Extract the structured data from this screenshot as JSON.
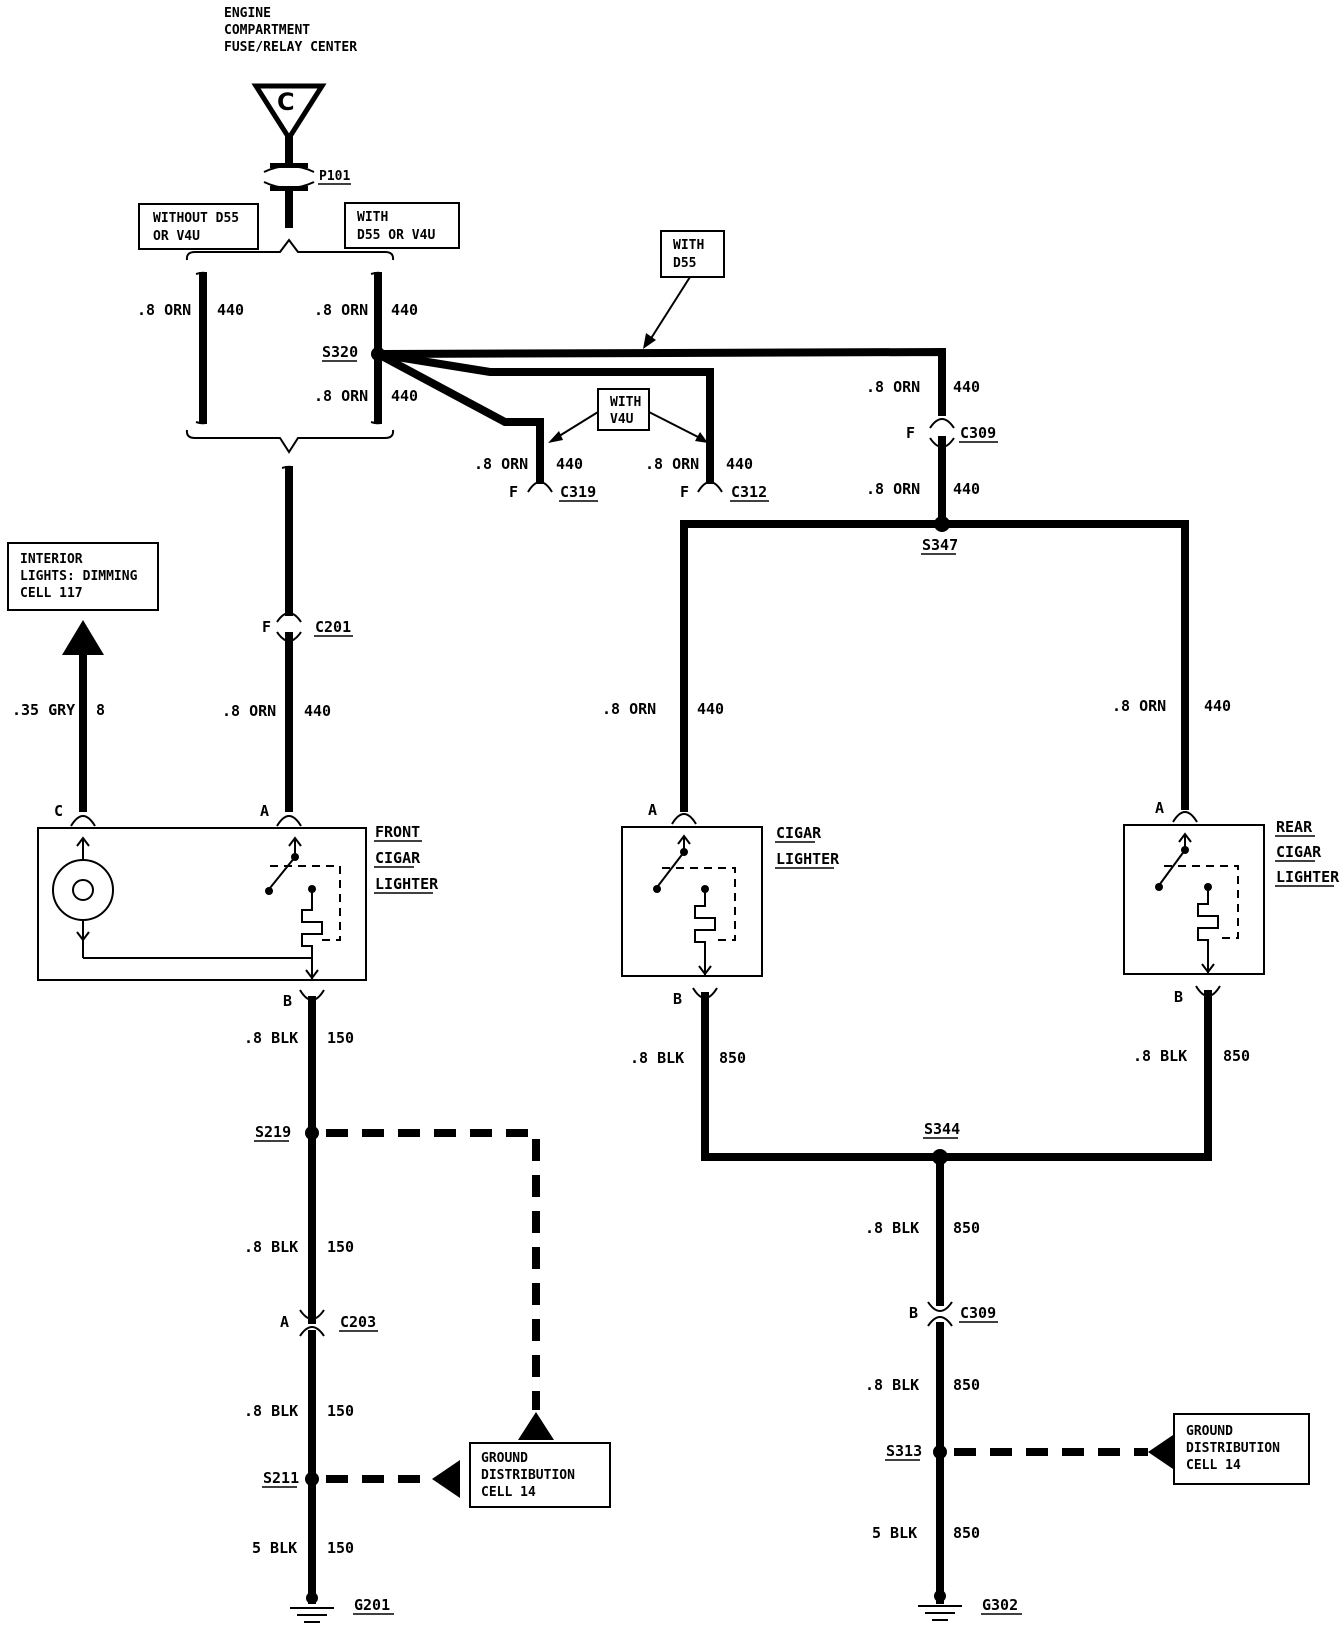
{
  "source": {
    "title_lines": [
      "ENGINE",
      "COMPARTMENT",
      "FUSE/RELAY CENTER"
    ],
    "fuse_letter": "C",
    "connector": "P101"
  },
  "option_labels": {
    "left": [
      "WITHOUT D55",
      "OR V4U"
    ],
    "right": [
      "WITH",
      "D55 OR V4U"
    ],
    "with_d55": [
      "WITH",
      "D55"
    ],
    "with_v4u": [
      "WITH",
      "V4U"
    ]
  },
  "splices": {
    "s320": "S320",
    "s347": "S347",
    "s344": "S344",
    "s219": "S219",
    "s211": "S211",
    "s313": "S313"
  },
  "connectors": {
    "c319": "C319",
    "c312": "C312",
    "c309_top": "C309",
    "c309_bottom": "C309",
    "c201": "C201",
    "c203": "C203"
  },
  "pins": {
    "f": "F",
    "a": "A",
    "b": "B",
    "c": "C"
  },
  "wires": {
    "orn": ".8 ORN",
    "orn_circuit": "440",
    "gry": ".35 GRY",
    "gry_circuit": "8",
    "blk": ".8 BLK",
    "blk_150": "150",
    "blk_850": "850",
    "blk5": "5 BLK"
  },
  "components": {
    "front_lighter": [
      "FRONT",
      "CIGAR",
      "LIGHTER"
    ],
    "cigar_lighter": [
      "CIGAR",
      "LIGHTER"
    ],
    "rear_lighter": [
      "REAR",
      "CIGAR",
      "LIGHTER"
    ]
  },
  "references": {
    "interior": [
      "INTERIOR",
      "LIGHTS: DIMMING",
      "CELL 117"
    ],
    "ground_left": [
      "GROUND",
      "DISTRIBUTION",
      "CELL 14"
    ],
    "ground_right": [
      "GROUND",
      "DISTRIBUTION",
      "CELL 14"
    ]
  },
  "grounds": {
    "g201": "G201",
    "g302": "G302"
  }
}
